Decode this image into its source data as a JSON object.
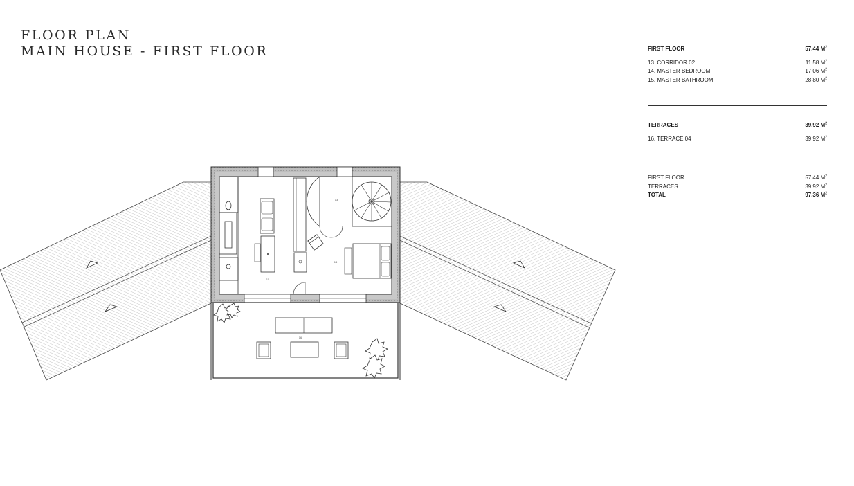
{
  "title": {
    "line1": "FLOOR PLAN",
    "line2": "MAIN HOUSE - FIRST FLOOR"
  },
  "schedule": {
    "first_floor": {
      "label": "FIRST FLOOR",
      "value": "57.44 M",
      "rooms": [
        {
          "label": "13.  CORRIDOR 02",
          "value": "11.58 M"
        },
        {
          "label": "14.  MASTER BEDROOM",
          "value": "17.06 M"
        },
        {
          "label": "15.  MASTER BATHROOM",
          "value": "28.80 M"
        }
      ]
    },
    "terraces": {
      "label": "TERRACES",
      "value": "39.92 M",
      "rooms": [
        {
          "label": "16.  TERRACE 04",
          "value": "39.92 M"
        }
      ]
    },
    "totals": [
      {
        "label": "FIRST FLOOR",
        "value": "57.44 M"
      },
      {
        "label": "TERRACES",
        "value": "39.92 M"
      },
      {
        "label": "TOTAL",
        "value": "97.36 M"
      }
    ],
    "unit_superscript": "2"
  },
  "plan_labels": {
    "corridor": "13",
    "bedroom": "14",
    "bathroom": "15",
    "terrace": "16"
  },
  "colors": {
    "line": "#333333",
    "wall_fill": "#c8c8c8",
    "roof_hatch": "#9a9a9a"
  }
}
